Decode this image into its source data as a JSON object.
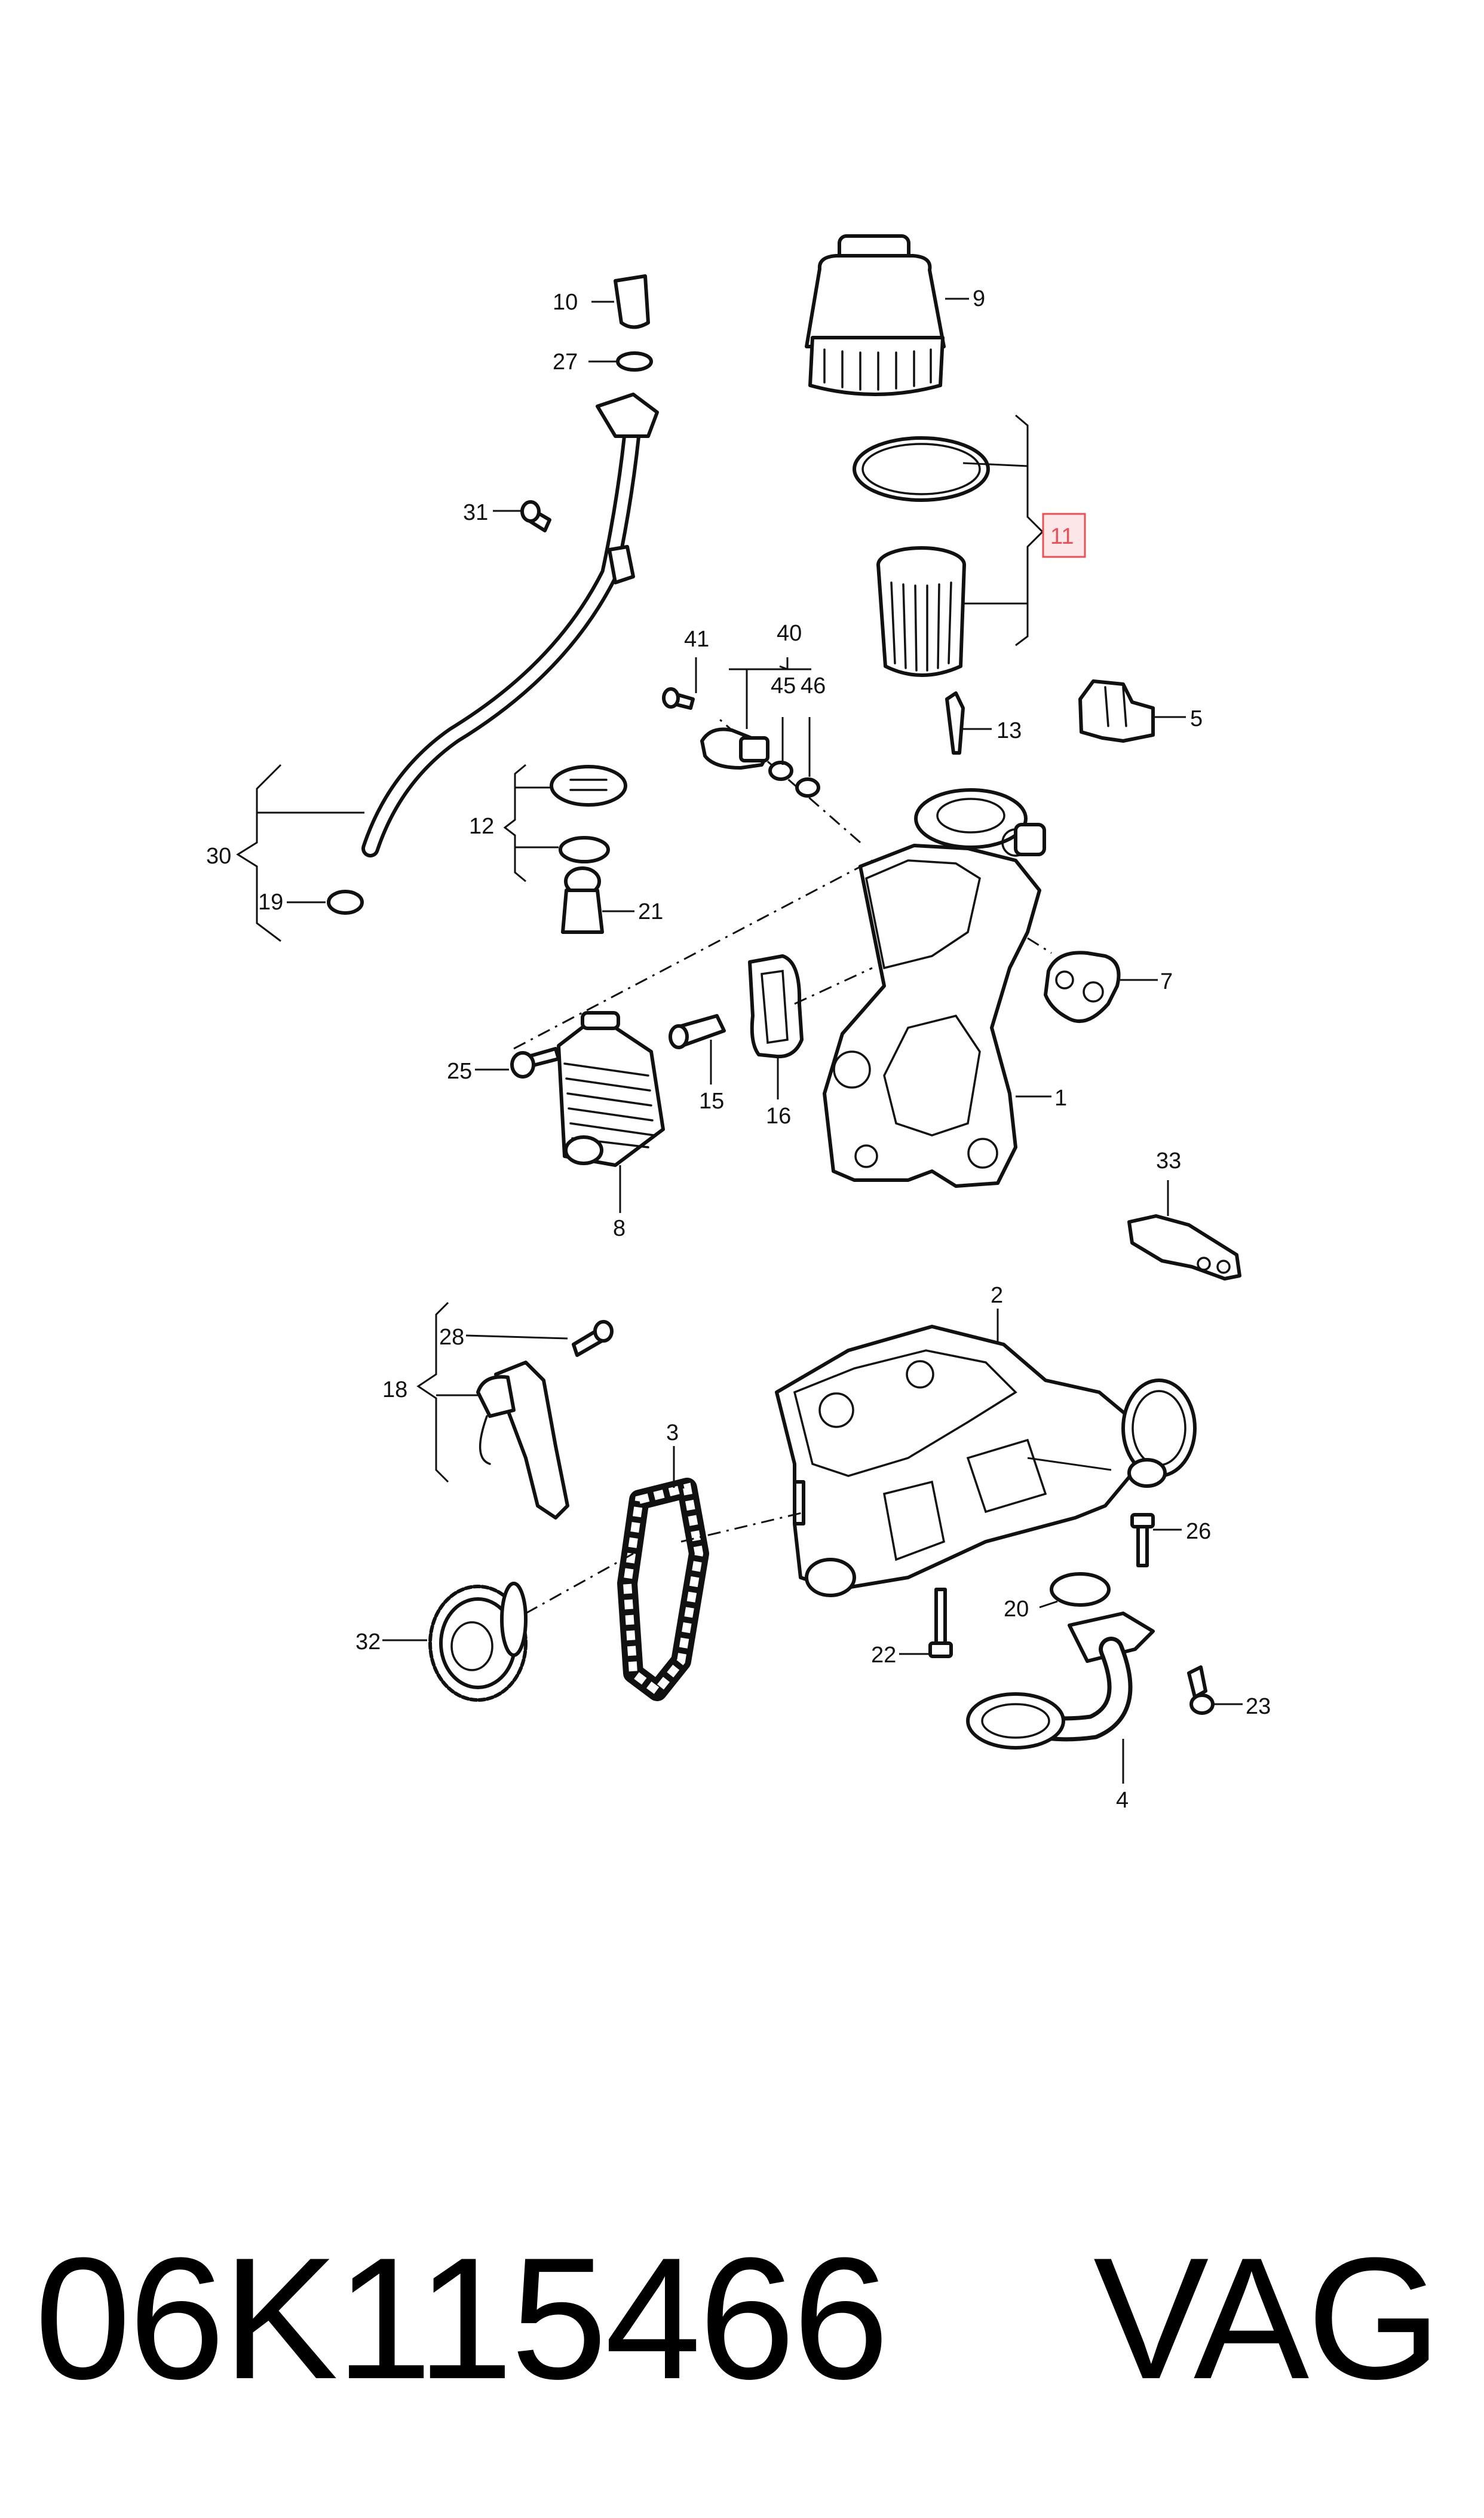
{
  "callouts": {
    "c1": "1",
    "c2": "2",
    "c3": "3",
    "c4": "4",
    "c5": "5",
    "c7": "7",
    "c8": "8",
    "c9": "9",
    "c10": "10",
    "c11": "11",
    "c12": "12",
    "c13": "13",
    "c15": "15",
    "c16": "16",
    "c18": "18",
    "c19": "19",
    "c20": "20",
    "c21": "21",
    "c22": "22",
    "c23": "23",
    "c25": "25",
    "c26": "26",
    "c27": "27",
    "c28": "28",
    "c30": "30",
    "c31": "31",
    "c32": "32",
    "c33": "33",
    "c40": "40",
    "c41": "41",
    "c45": "45",
    "c46": "46"
  },
  "highlighted_callout": "11",
  "highlight_color": "#e8505a",
  "caption": {
    "part_number": "06K115466",
    "brand": "VAG"
  }
}
